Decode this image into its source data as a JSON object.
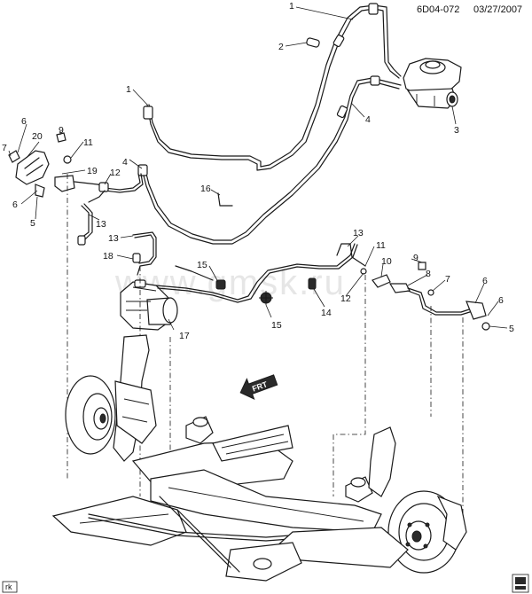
{
  "header": {
    "code": "6D04-072",
    "date": "03/27/2007"
  },
  "watermark": "www.gmsk.ru",
  "direction_arrow": "FRT",
  "corner_tag": "rk",
  "callouts": {
    "c1a": "1",
    "c2": "2",
    "c1b": "1",
    "c4a": "4",
    "c3": "3",
    "c6a": "6",
    "c20": "20",
    "c9a": "9",
    "c11a": "11",
    "c7a": "7",
    "c19": "19",
    "c12a": "12",
    "c4b": "4",
    "c16": "16",
    "c6b": "6",
    "c5a": "5",
    "c13a": "13",
    "c13b": "13",
    "c18": "18",
    "c15a": "15",
    "c17": "17",
    "c15b": "15",
    "c14": "14",
    "c13c": "13",
    "c11b": "11",
    "c9b": "9",
    "c10": "10",
    "c8": "8",
    "c7b": "7",
    "c12b": "12",
    "c6c": "6",
    "c6d": "6",
    "c5b": "5"
  }
}
